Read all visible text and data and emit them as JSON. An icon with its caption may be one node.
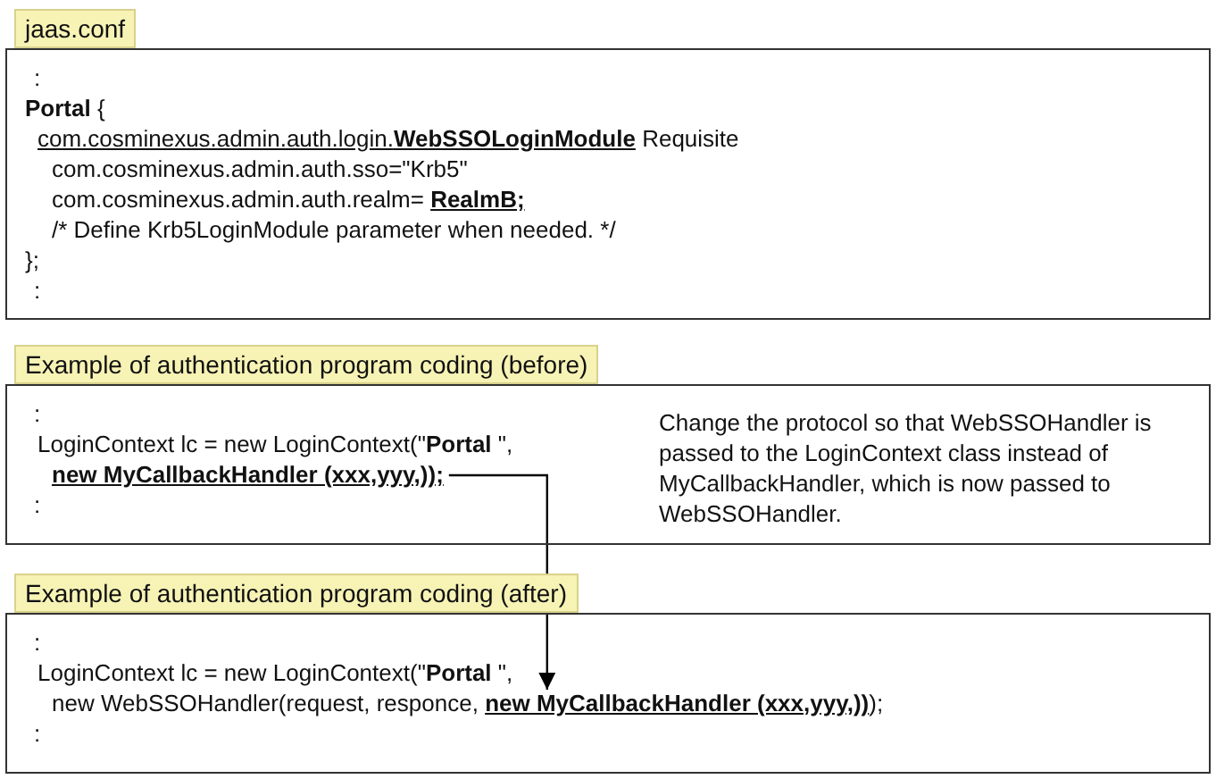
{
  "diagram": {
    "nodes": [
      {
        "text": [
          "jaas.conf",
          ":",
          "**Portal** {",
          "com.cosminexus.admin.auth.login.**WebSSOLoginModule** Requisite",
          "com.cosminexus.admin.auth.sso=\"Krb5\"",
          "com.cosminexus.admin.auth.realm= **RealmB;**",
          "/* Define Krb5LoginModule parameter when needed. */",
          "};",
          ":"
        ]
      },
      {
        "text": [
          "Example of authentication program coding (before)",
          ":",
          "LoginContext lc = new LoginContext(\"**Portal** \",",
          ":",
          "Change the protocol so that WebSSOHandler is passed to the LoginContext class instead of MyCallbackHandler, which is now passed to WebSSOHandler."
        ]
      },
      {
        "text": [
          "new MyCallbackHandler (xxx,yyy,));"
        ],
        "in": 1
      },
      {
        "text": [
          "Example of authentication program coding (after)",
          ":",
          "LoginContext lc = new LoginContext(\"**Portal** \",",
          ":"
        ]
      },
      {
        "text": [
          "new WebSSOHandler(request, responce, **new MyCallbackHandler (xxx,yyy,))**);"
        ],
        "in": 3
      }
    ],
    "edges": [
      {
        "from": 2,
        "to": 4,
        "arrow": "to"
      }
    ]
  }
}
